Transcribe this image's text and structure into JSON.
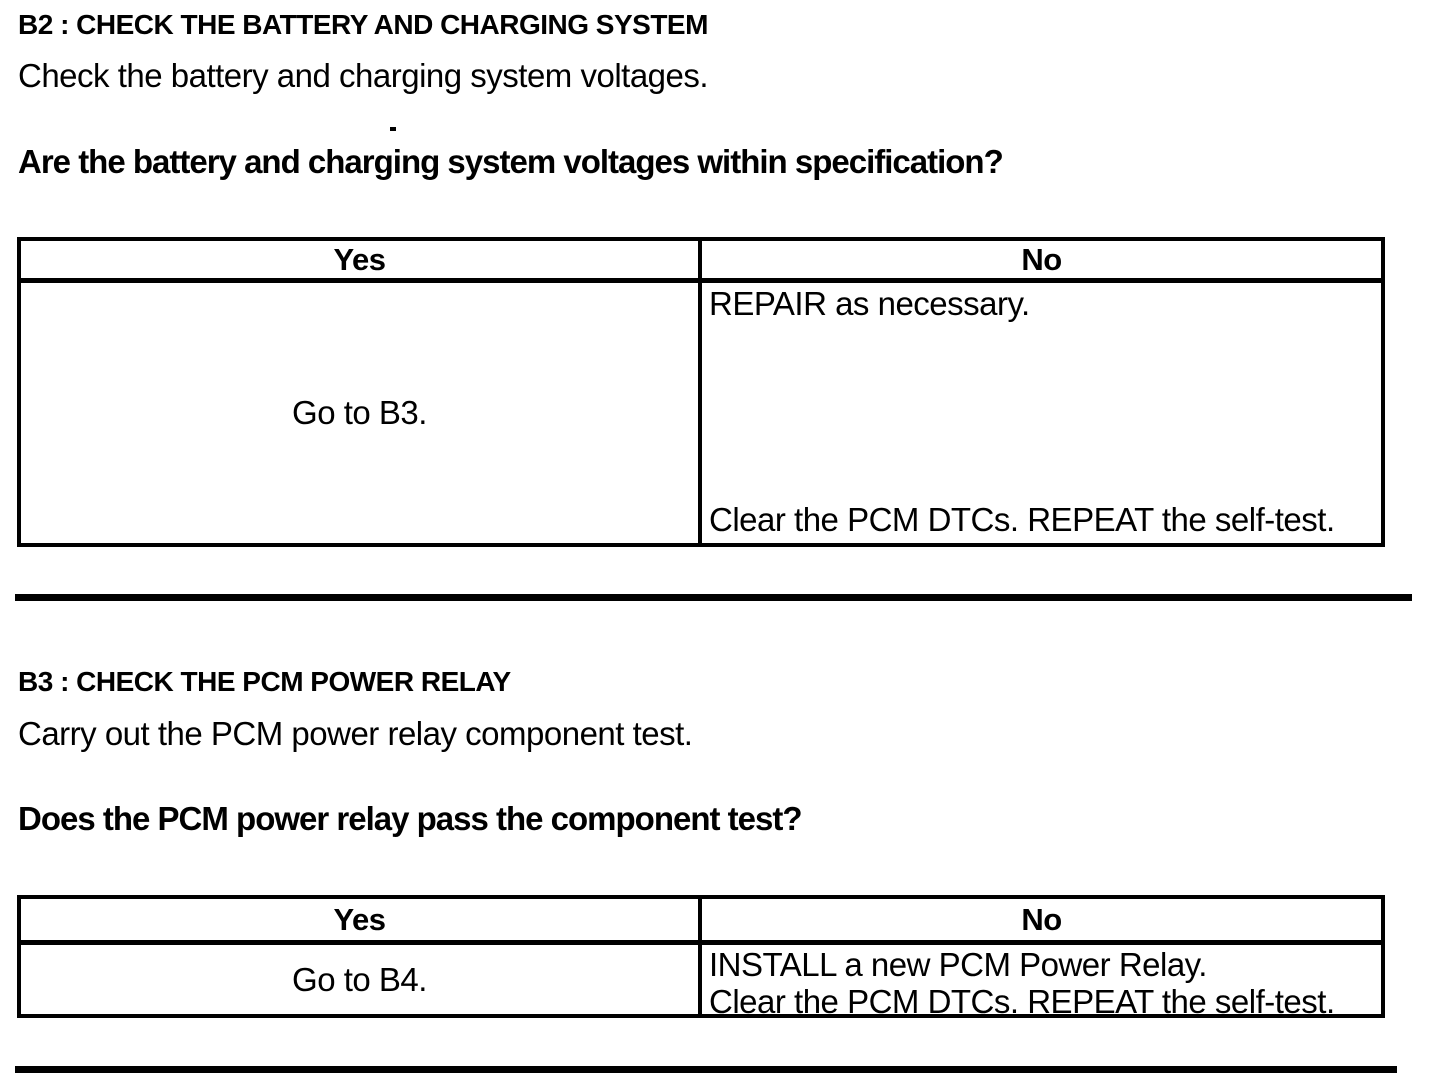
{
  "colors": {
    "text": "#000000",
    "background": "#ffffff",
    "border": "#000000"
  },
  "sections": [
    {
      "id": "B2",
      "heading": "B2 : CHECK THE BATTERY AND CHARGING SYSTEM",
      "instruction": "Check the battery and charging system voltages.",
      "question": "Are the battery and charging system voltages within specification?",
      "table": {
        "headers": {
          "yes": "Yes",
          "no": "No"
        },
        "yes_action": "Go to B3.",
        "no_actions": [
          "REPAIR as necessary.",
          "Clear the PCM DTCs. REPEAT the self-test."
        ]
      }
    },
    {
      "id": "B3",
      "heading": "B3 : CHECK THE PCM POWER RELAY",
      "instruction": "Carry out the PCM power relay component test.",
      "question": "Does the PCM power relay pass the component test?",
      "table": {
        "headers": {
          "yes": "Yes",
          "no": "No"
        },
        "yes_action": "Go to B4.",
        "no_actions": [
          "INSTALL a new PCM Power Relay.",
          "Clear the PCM DTCs. REPEAT the self-test."
        ]
      }
    }
  ]
}
